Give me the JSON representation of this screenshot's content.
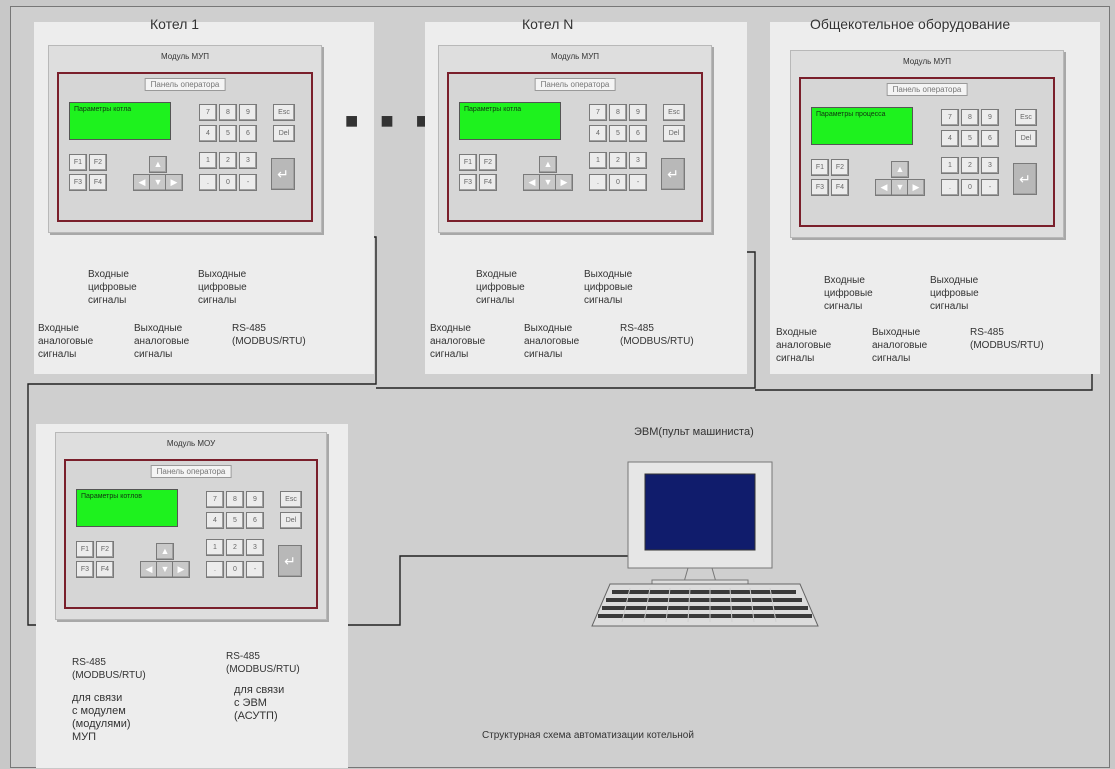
{
  "diagram": {
    "caption": "Структурная схема автоматизации котельной",
    "ellipsis": "■ ■ ■",
    "groups": [
      {
        "title": "Котел 1",
        "module_label": "Модуль МУП",
        "panel_label": "Панель оператора",
        "display_text": "Параметры котла",
        "sig_in_digital": "Входные\nцифровые\nсигналы",
        "sig_out_digital": "Выходные\nцифровые\nсигналы",
        "sig_in_analog": "Входные\nаналоговые\nсигналы",
        "sig_out_analog": "Выходные\nаналоговые\nсигналы",
        "rs485": "RS-485\n(MODBUS/RTU)"
      },
      {
        "title": "Котел N",
        "module_label": "Модуль МУП",
        "panel_label": "Панель оператора",
        "display_text": "Параметры котла",
        "sig_in_digital": "Входные\nцифровые\nсигналы",
        "sig_out_digital": "Выходные\nцифровые\nсигналы",
        "sig_in_analog": "Входные\nаналоговые\nсигналы",
        "sig_out_analog": "Выходные\nаналоговые\nсигналы",
        "rs485": "RS-485\n(MODBUS/RTU)"
      },
      {
        "title": "Общекотельное оборудование",
        "module_label": "Модуль МУП",
        "panel_label": "Панель оператора",
        "display_text": "Параметры процесса",
        "sig_in_digital": "Входные\nцифровые\nсигналы",
        "sig_out_digital": "Выходные\nцифровые\nсигналы",
        "sig_in_analog": "Входные\nаналоговые\nсигналы",
        "sig_out_analog": "Выходные\nаналоговые\nсигналы",
        "rs485": "RS-485\n(MODBUS/RTU)"
      }
    ],
    "master": {
      "module_label": "Модуль МОУ",
      "panel_label": "Панель оператора",
      "display_text": "Параметры котлов",
      "rs485_left": "RS-485\n(MODBUS/RTU)",
      "rs485_left_note": "для связи\nс модулем\n(модулями)\nМУП",
      "rs485_right": "RS-485\n(MODBUS/RTU)",
      "rs485_right_note": "для связи\nс ЭВМ\n(АСУТП)"
    },
    "pc_label": "ЭВМ(пульт машиниста)",
    "keypad": {
      "row1": [
        "7",
        "8",
        "9",
        "Esc"
      ],
      "row2": [
        "4",
        "5",
        "6",
        "Del"
      ],
      "row3": [
        "1",
        "2",
        "3"
      ],
      "row4": [
        ".",
        "0",
        "-"
      ],
      "fkeys": [
        "F1",
        "F2",
        "F3",
        "F4"
      ],
      "enter": "↵"
    }
  }
}
